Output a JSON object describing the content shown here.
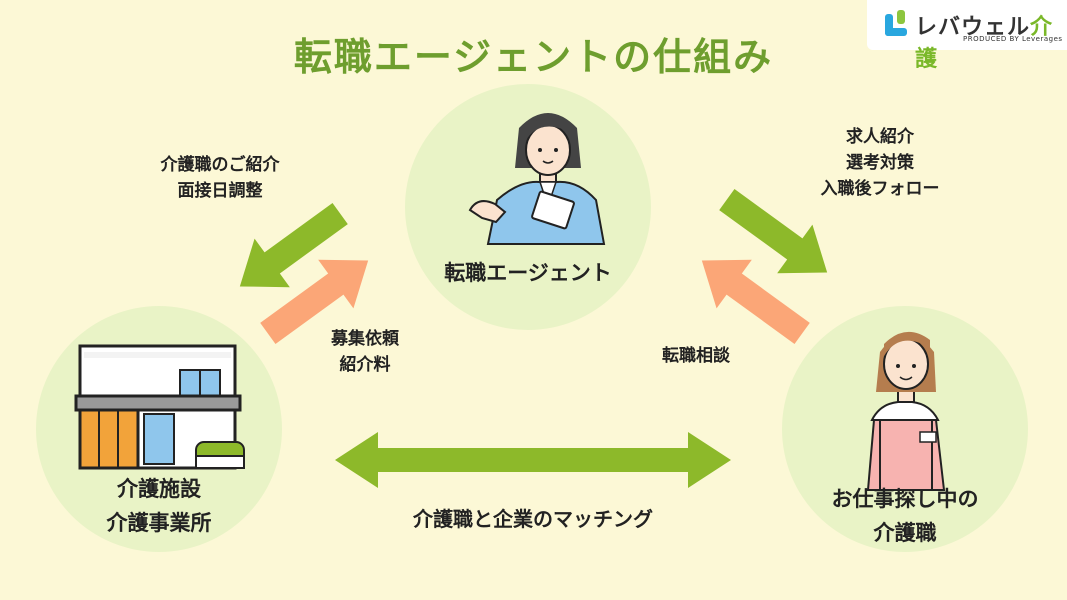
{
  "title": "転職エージェントの仕組み",
  "colors": {
    "background": "#FCF8D6",
    "circle": "#E9F3C6",
    "title": "#6E9E2E",
    "arrow_green": "#8DB92A",
    "arrow_orange": "#FBA677"
  },
  "logo": {
    "name_part1": "レバウェル",
    "name_part2": "介護",
    "tagline": "PRODUCED BY Leverages"
  },
  "nodes": {
    "agent": {
      "label": "転職エージェント"
    },
    "facility": {
      "label_line1": "介護施設",
      "label_line2": "介護事業所"
    },
    "seeker": {
      "label_line1": "お仕事探し中の",
      "label_line2": "介護職"
    }
  },
  "flows": {
    "agent_to_facility": {
      "line1": "介護職のご紹介",
      "line2": "面接日調整"
    },
    "facility_to_agent": {
      "line1": "募集依頼",
      "line2": "紹介料"
    },
    "agent_to_seeker": {
      "line1": "求人紹介",
      "line2": "選考対策",
      "line3": "入職後フォロー"
    },
    "seeker_to_agent": {
      "line1": "転職相談"
    },
    "matching": {
      "label": "介護職と企業のマッチング"
    }
  }
}
